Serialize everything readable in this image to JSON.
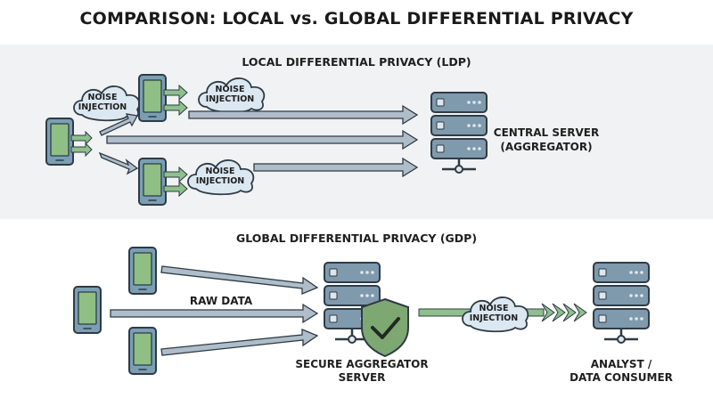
{
  "title": "COMPARISON: LOCAL vs. GLOBAL DIFFERENTIAL PRIVACY",
  "ldp": {
    "heading": "LOCAL DIFFERENTIAL PRIVACY (LDP)",
    "noise_line1": "NOISE",
    "noise_line2": "INJECTION",
    "server_line1": "CENTRAL SERVER",
    "server_line2": "(AGGREGATOR)"
  },
  "gdp": {
    "heading": "GLOBAL DIFFERENTIAL PRIVACY (GDP)",
    "raw_data": "RAW DATA",
    "noise_line1": "NOISE",
    "noise_line2": "INJECTION",
    "secure_line1": "SECURE AGGREGATOR",
    "secure_line2": "SERVER",
    "analyst_line1": "ANALYST /",
    "analyst_line2": "DATA CONSUMER"
  },
  "colors": {
    "device_fill": "#7a9fb5",
    "screen": "#8fbf84",
    "server": "#7f99ad",
    "arrow": "#aebdc9",
    "green_arrow": "#8ec08c",
    "cloud": "#dbe7f1",
    "shield": "#7ea872"
  }
}
